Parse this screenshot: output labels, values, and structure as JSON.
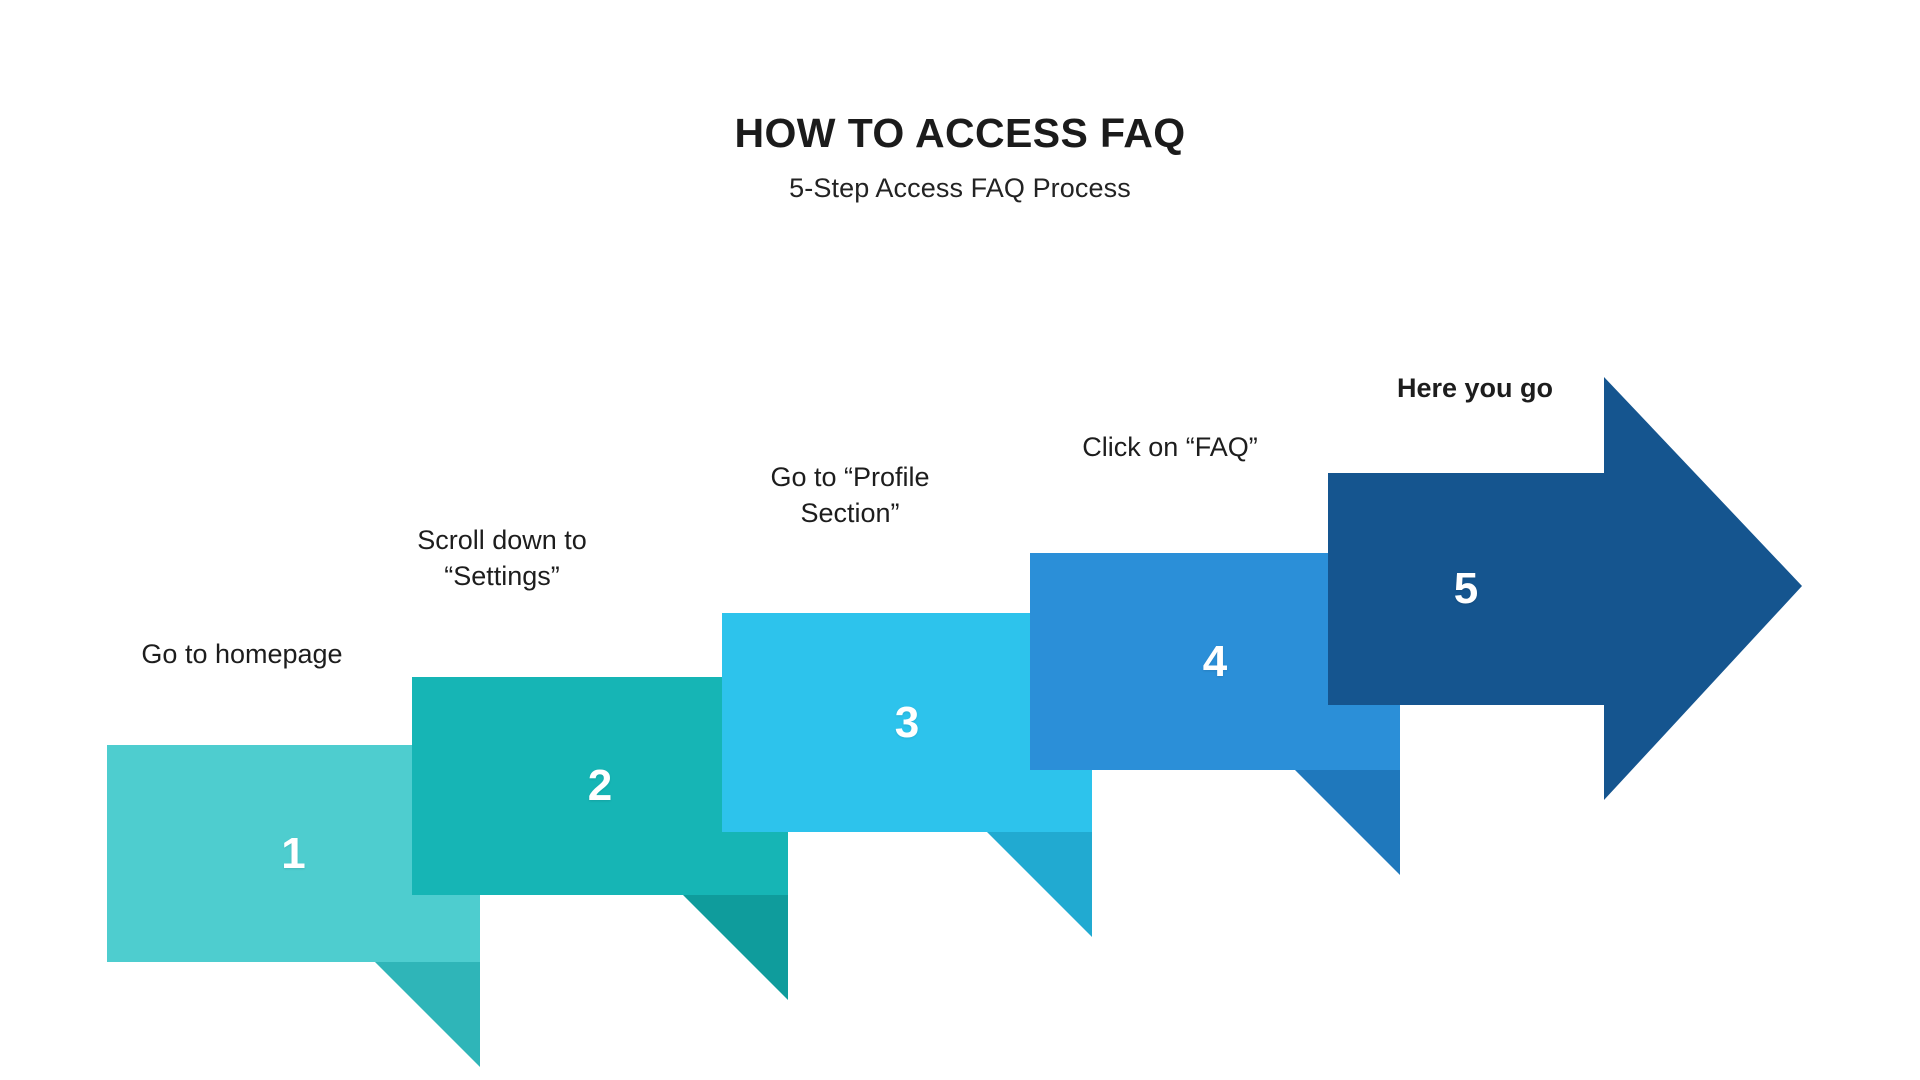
{
  "header": {
    "title": "HOW TO ACCESS FAQ",
    "subtitle": "5-Step Access FAQ Process"
  },
  "chart_data": {
    "type": "diagram",
    "diagram_kind": "ascending-step-arrow-process",
    "title": "HOW TO ACCESS FAQ",
    "subtitle": "5-Step Access FAQ Process",
    "step_count": 5,
    "orientation": "left-to-right ascending staircase ending in a right-pointing arrow",
    "background_color": "#ffffff",
    "categories": [
      "1",
      "2",
      "3",
      "4",
      "5"
    ],
    "values": [
      1,
      2,
      3,
      4,
      5
    ],
    "steps": [
      {
        "number": "1",
        "caption": "Go to homepage",
        "color": "#4ECDCF",
        "shadow_color": "#2FB5B8",
        "caption_bold": false,
        "shape": "rectangle"
      },
      {
        "number": "2",
        "caption": "Scroll down to\n“Settings”",
        "color": "#16B5B5",
        "shadow_color": "#0F9C9C",
        "caption_bold": false,
        "shape": "rectangle"
      },
      {
        "number": "3",
        "caption": "Go to “Profile\nSection”",
        "color": "#2DC3EC",
        "shadow_color": "#21AAD1",
        "caption_bold": false,
        "shape": "rectangle"
      },
      {
        "number": "4",
        "caption": "Click on “FAQ”",
        "color": "#2B8FD8",
        "shadow_color": "#1F78BC",
        "caption_bold": false,
        "shape": "rectangle"
      },
      {
        "number": "5",
        "caption": "Here you go",
        "color": "#15558F",
        "shadow_color": "#15558F",
        "caption_bold": true,
        "shape": "right-arrow"
      }
    ],
    "legend": null,
    "grid": false
  }
}
